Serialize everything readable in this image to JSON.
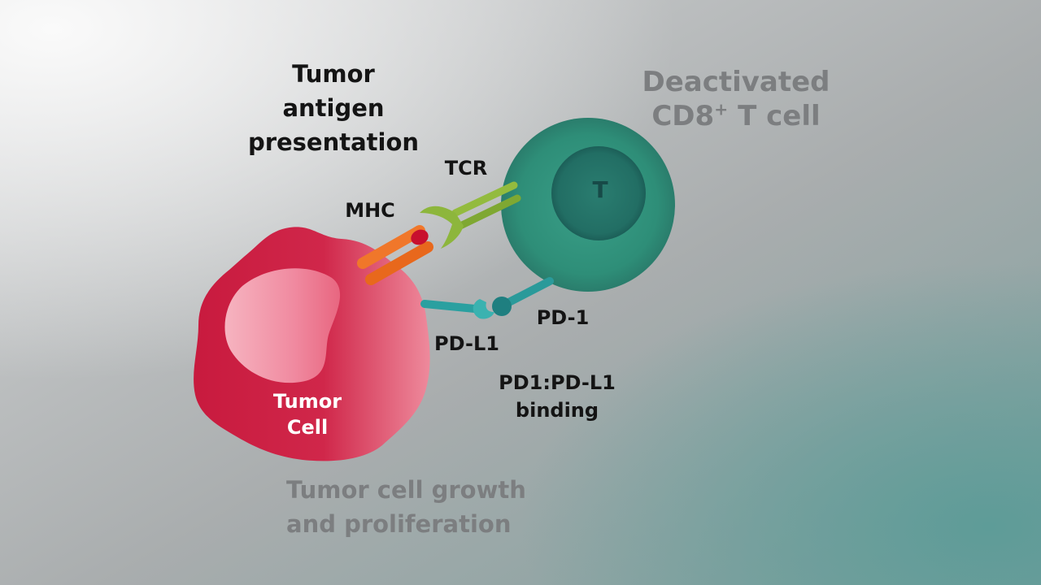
{
  "labels": {
    "antigen_line1": "Tumor",
    "antigen_line2": "antigen",
    "antigen_line3": "presentation",
    "tcr": "TCR",
    "mhc": "MHC",
    "pd1": "PD-1",
    "pdl1": "PD-L1",
    "binding_line1": "PD1:PD-L1",
    "binding_line2": "binding",
    "tumor_cell_line1": "Tumor",
    "tumor_cell_line2": "Cell",
    "tcell_nucleus": "T",
    "deactivated_line1": "Deactivated",
    "deactivated_cd8": "CD8",
    "deactivated_plus": "+",
    "deactivated_tcell": " T cell",
    "growth_line1": "Tumor cell growth",
    "growth_line2": "and proliferation"
  },
  "colors": {
    "tumor_cell": "#cc1f45",
    "tumor_nucleus": "#f29aab",
    "t_cell": "#2e8e78",
    "t_nucleus": "#226e64",
    "mhc": "#ef7321",
    "antigen": "#c8102e",
    "tcr": "#8db63c",
    "pd_receptor": "#2a9a9a",
    "grey_text": "#7c7e80"
  }
}
